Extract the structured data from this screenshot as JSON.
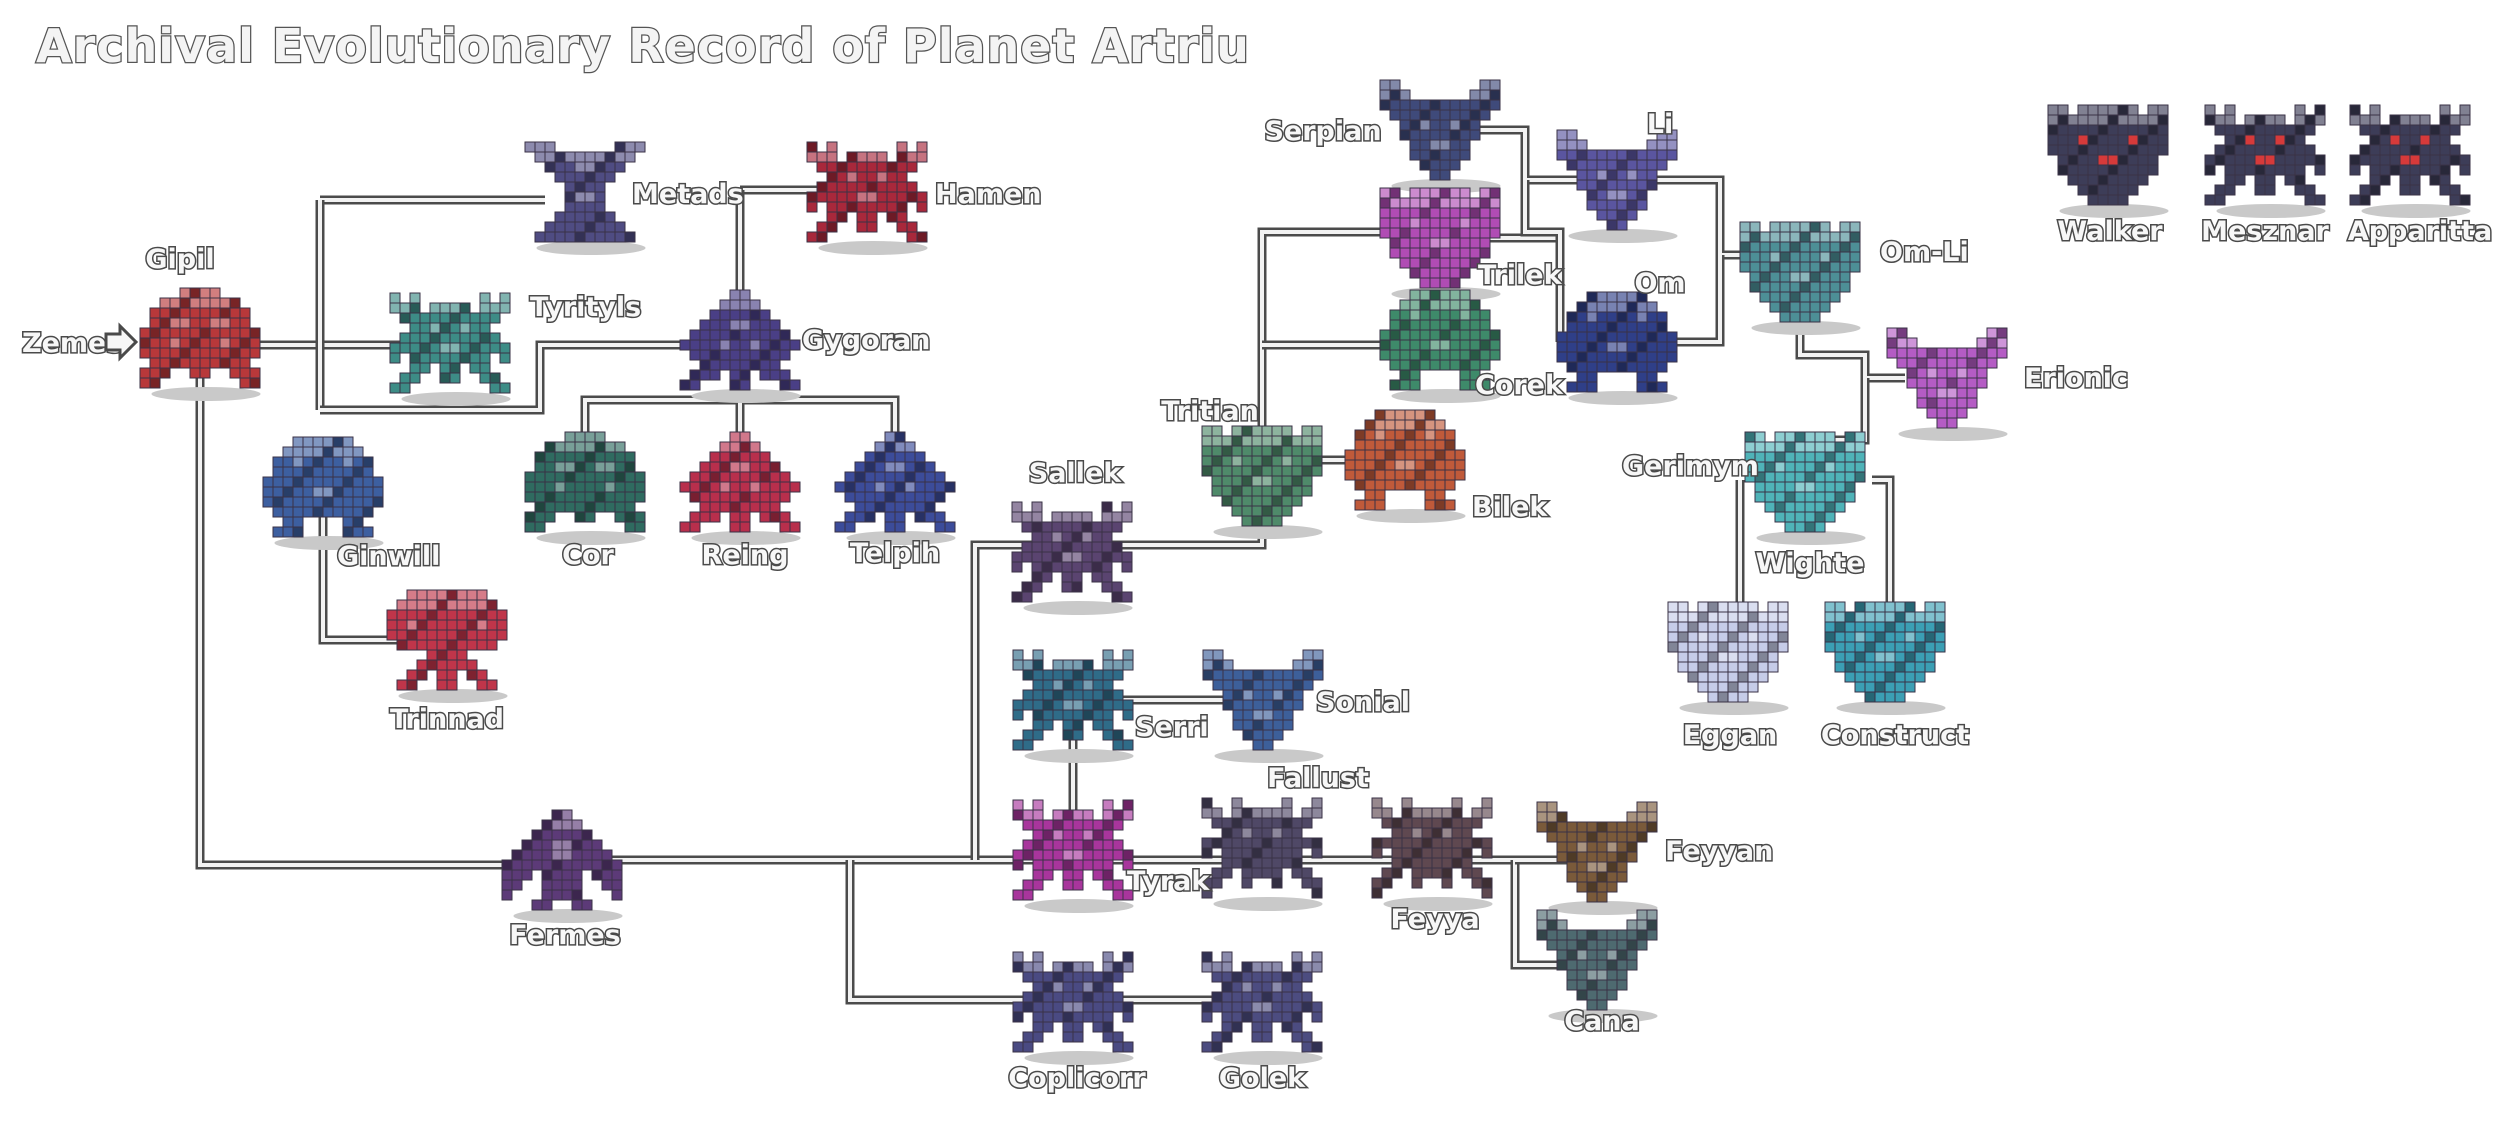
{
  "title": "Archival Evolutionary Record of Planet Artriu",
  "entry": {
    "label": "Zemes"
  },
  "creatures": [
    {
      "id": "gipil",
      "name": "Gipil",
      "shape": "dome",
      "color": "#b8383a"
    },
    {
      "id": "metads",
      "name": "Metads",
      "shape": "stalk",
      "color": "#4f4c82"
    },
    {
      "id": "tyrityls",
      "name": "Tyrityls",
      "shape": "crab",
      "color": "#3d8c86"
    },
    {
      "id": "ginwill",
      "name": "Ginwill",
      "shape": "blob",
      "color": "#3d5fa0"
    },
    {
      "id": "trinnad",
      "name": "Trinnad",
      "shape": "mushroom",
      "color": "#c0354a"
    },
    {
      "id": "hamen",
      "name": "Hamen",
      "shape": "crab",
      "color": "#a8283b"
    },
    {
      "id": "gygoran",
      "name": "Gygoran",
      "shape": "spire",
      "color": "#4a3f86"
    },
    {
      "id": "cor",
      "name": "Cor",
      "shape": "dome",
      "color": "#2f6b60"
    },
    {
      "id": "reing",
      "name": "Reing",
      "shape": "spire",
      "color": "#b82f4c"
    },
    {
      "id": "telpih",
      "name": "Telpih",
      "shape": "spire",
      "color": "#3c4c9a"
    },
    {
      "id": "fermes",
      "name": "Fermes",
      "shape": "hood",
      "color": "#5c3a78"
    },
    {
      "id": "sallek",
      "name": "Sallek",
      "shape": "crab",
      "color": "#5a4470"
    },
    {
      "id": "serri",
      "name": "Serri",
      "shape": "crab",
      "color": "#2f6c88"
    },
    {
      "id": "sonial",
      "name": "Sonial",
      "shape": "bat",
      "color": "#3d5f9a"
    },
    {
      "id": "tyrak",
      "name": "Tyrak",
      "shape": "crab",
      "color": "#a8359c"
    },
    {
      "id": "fallust",
      "name": "Fallust",
      "shape": "spider",
      "color": "#4f4866"
    },
    {
      "id": "feyya",
      "name": "Feyya",
      "shape": "spider",
      "color": "#5f4850"
    },
    {
      "id": "feyyan",
      "name": "Feyyan",
      "shape": "bat",
      "color": "#7a5a3a"
    },
    {
      "id": "cana",
      "name": "Cana",
      "shape": "bat",
      "color": "#4e6a70"
    },
    {
      "id": "coplicorr",
      "name": "Coplicorr",
      "shape": "crab",
      "color": "#4a4a82"
    },
    {
      "id": "golek",
      "name": "Golek",
      "shape": "crab",
      "color": "#4c4c80"
    },
    {
      "id": "tritian",
      "name": "Tritian",
      "shape": "shield",
      "color": "#4f8a6a"
    },
    {
      "id": "bilek",
      "name": "Bilek",
      "shape": "blob",
      "color": "#c05a3a"
    },
    {
      "id": "serpian",
      "name": "Serpian",
      "shape": "bat",
      "color": "#3f4a7a"
    },
    {
      "id": "trilek",
      "name": "Trilek",
      "shape": "shield",
      "color": "#b04cb4"
    },
    {
      "id": "corek",
      "name": "Corek",
      "shape": "blob",
      "color": "#3e8a6a"
    },
    {
      "id": "li",
      "name": "Li",
      "shape": "bat",
      "color": "#5a55a0"
    },
    {
      "id": "om",
      "name": "Om",
      "shape": "blob",
      "color": "#2f3f88"
    },
    {
      "id": "omli",
      "name": "Om-Li",
      "shape": "shield",
      "color": "#4d8f96"
    },
    {
      "id": "erionic",
      "name": "Erionic",
      "shape": "bat",
      "color": "#b45cc4"
    },
    {
      "id": "wighte",
      "name": "Wighte",
      "shape": "shield",
      "color": "#4fb3b8"
    },
    {
      "id": "eggan",
      "name": "Eggan",
      "shape": "shield",
      "color": "#c6cce8"
    },
    {
      "id": "construct",
      "name": "Construct",
      "shape": "shield",
      "color": "#3b9fb4"
    },
    {
      "id": "walker",
      "name": "Walker",
      "shape": "shield",
      "color": "#3d3d58"
    },
    {
      "id": "mesznar",
      "name": "Mesznar",
      "shape": "crab",
      "color": "#3d3d58"
    },
    {
      "id": "apparitta",
      "name": "Apparitta",
      "shape": "crab",
      "color": "#3d3d58"
    }
  ],
  "gerimym_label": "Gerimym",
  "colors": {
    "outline": "#3a3246",
    "line_dark": "#4b4b4b",
    "line_light": "#f2f2f2",
    "eye_red": "#d63a3a"
  }
}
